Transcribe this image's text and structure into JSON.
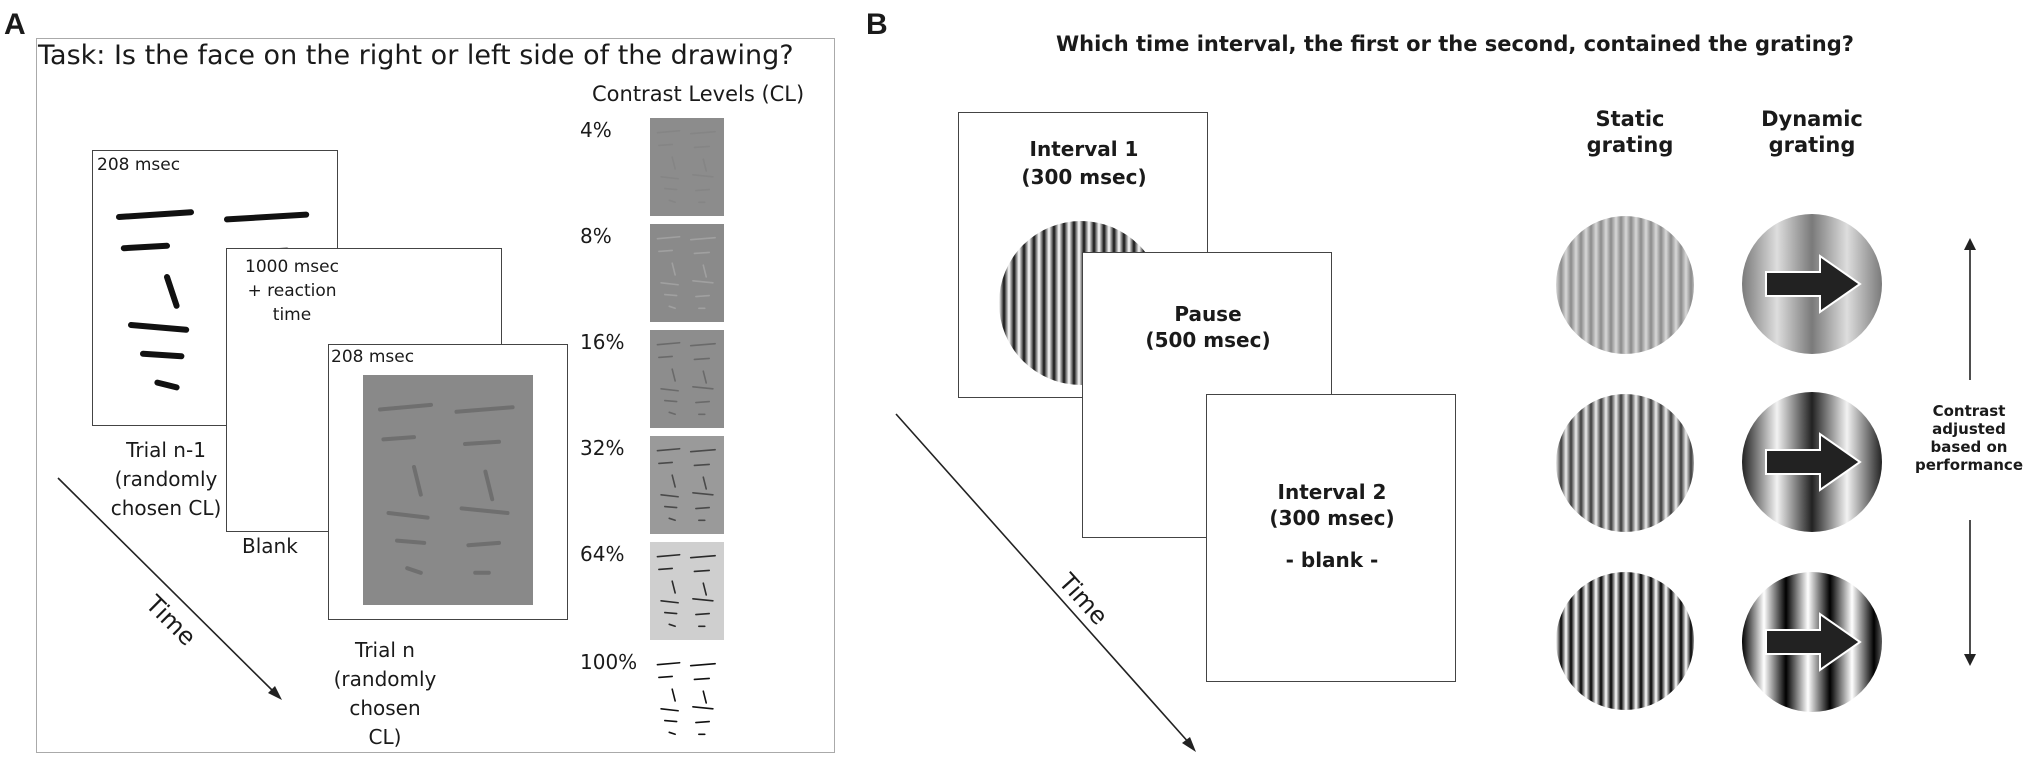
{
  "panel_a": {
    "letter": "A",
    "task": "Task: Is the face on the right or left side of the drawing?",
    "contrast_title": "Contrast Levels (CL)",
    "contrast_levels": [
      "4%",
      "8%",
      "16%",
      "32%",
      "64%",
      "100%"
    ],
    "contrast_fill": [
      "#8c8c8c",
      "#8a8a8a",
      "#8d8d8d",
      "#9a9a9a",
      "#cfcfcf",
      "#ffffff"
    ],
    "contrast_mark": [
      "#858585",
      "#a0a0a0",
      "#6a6a6a",
      "#4a4a4a",
      "#2a2a2a",
      "#111111"
    ],
    "card1_time": "208 msec",
    "card1_caption": [
      "Trial n-1",
      "(randomly",
      "chosen CL)"
    ],
    "card2_time": [
      "1000 msec",
      "+ reaction",
      "time"
    ],
    "card2_caption": "Blank",
    "card3_time": "208 msec",
    "card3_caption": [
      "Trial n",
      "(randomly",
      "chosen CL)"
    ],
    "time_label": "Time"
  },
  "panel_b": {
    "letter": "B",
    "question": "Which time interval, the first or the second, contained the grating?",
    "interval1": [
      "Interval 1",
      "(300 msec)"
    ],
    "pause": [
      "Pause",
      "(500 msec)"
    ],
    "interval2": [
      "Interval 2",
      "(300 msec)",
      "",
      "- blank -"
    ],
    "static_header": [
      "Static",
      "grating"
    ],
    "dynamic_header": [
      "Dynamic",
      "grating"
    ],
    "contrast_note": [
      "Contrast",
      "adjusted",
      "based on",
      "performance"
    ],
    "time_label": "Time"
  }
}
